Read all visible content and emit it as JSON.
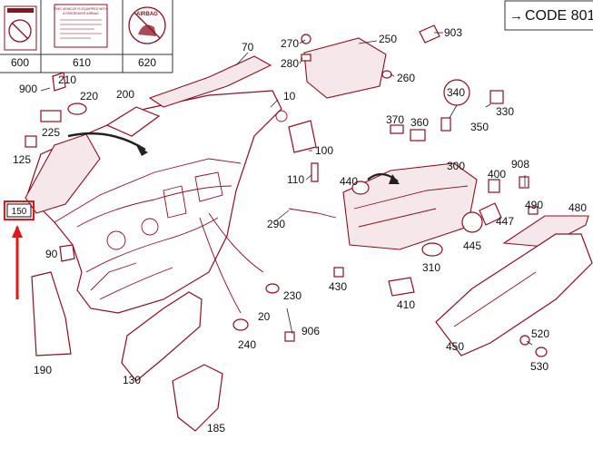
{
  "code_label": "CODE 801",
  "code_arrow": "→",
  "highlight_color": "#e0161b",
  "part_color": "#8b1020",
  "header_boxes": [
    {
      "number": "600",
      "icon": "no-airbag-warning-icon"
    },
    {
      "number": "610",
      "label_title": "THIS VEHICLE IS EQUIPPED WITH",
      "label_sub": "A PASSENGER AIRBAG",
      "icon": "warning-label-icon"
    },
    {
      "number": "620",
      "label_title": "AIRBAG",
      "icon": "airbag-child-seat-icon"
    }
  ],
  "highlighted_callout": "150",
  "callouts": {
    "c70": "70",
    "c270": "270",
    "c280": "280",
    "c250": "250",
    "c903": "903",
    "c260": "260",
    "c900": "900",
    "c210": "210",
    "c220": "220",
    "c200": "200",
    "c10": "10",
    "c225": "225",
    "c125": "125",
    "c340": "340",
    "c330": "330",
    "c370": "370",
    "c360": "360",
    "c350": "350",
    "c100": "100",
    "c110": "110",
    "c300": "300",
    "c908": "908",
    "c440": "440",
    "c400": "400",
    "c290": "290",
    "c490": "490",
    "c480": "480",
    "c447": "447",
    "c445": "445",
    "c90": "90",
    "c310": "310",
    "c430": "430",
    "c230": "230",
    "c410": "410",
    "c20": "20",
    "c906": "906",
    "c520": "520",
    "c190": "190",
    "c240": "240",
    "c450": "450",
    "c530": "530",
    "c130": "130",
    "c185": "185"
  }
}
